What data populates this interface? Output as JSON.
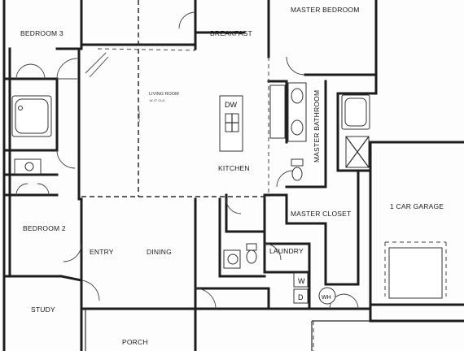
{
  "rooms": {
    "master_bedroom": "MASTER BEDROOM",
    "bedroom_3": "BEDROOM 3",
    "breakfast": "BREAKFAST",
    "living_room": "LIVING ROOM",
    "master_bathroom": "MASTER BATHROOM",
    "kitchen": "KITCHEN",
    "master_closet": "MASTER CLOSET",
    "garage": "1 CAR GARAGE",
    "bedroom_2": "BEDROOM 2",
    "entry": "ENTRY",
    "dining": "DINING",
    "laundry": "LAUNDRY",
    "study": "STUDY",
    "porch": "PORCH"
  },
  "appliances": {
    "dishwasher": "DW",
    "washer": "W",
    "dryer": "D",
    "water_heater": "WH"
  }
}
